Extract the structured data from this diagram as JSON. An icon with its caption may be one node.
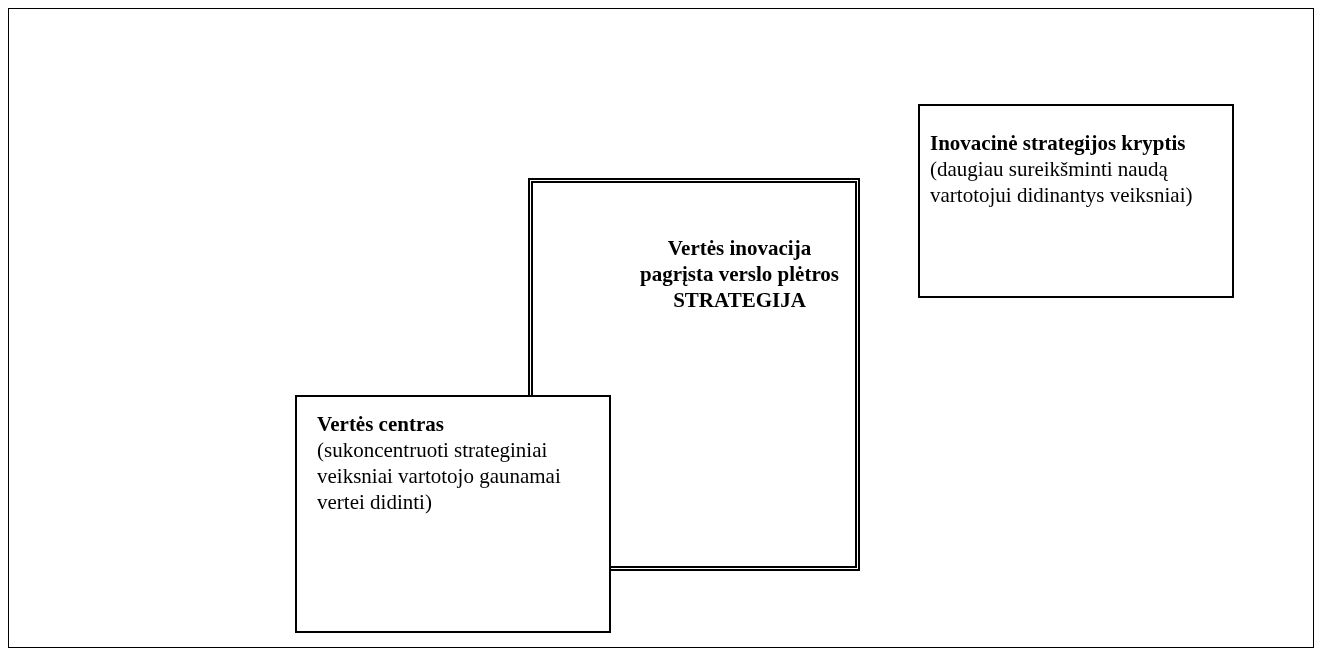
{
  "diagram": {
    "nodes": [
      {
        "text": [
          "Vertės inovacija pagrįsta verslo plėtros STRATEGIJA"
        ]
      },
      {
        "text": [
          "Inovacinė strategijos kryptis",
          "(daugiau sureikšminti naudą vartotojui didinantys veiksniai)"
        ]
      },
      {
        "text": [
          "Vertės centras",
          "(sukoncentruoti strateginiai veiksniai vartotojo gaunamai vertei didinti)"
        ]
      }
    ]
  }
}
